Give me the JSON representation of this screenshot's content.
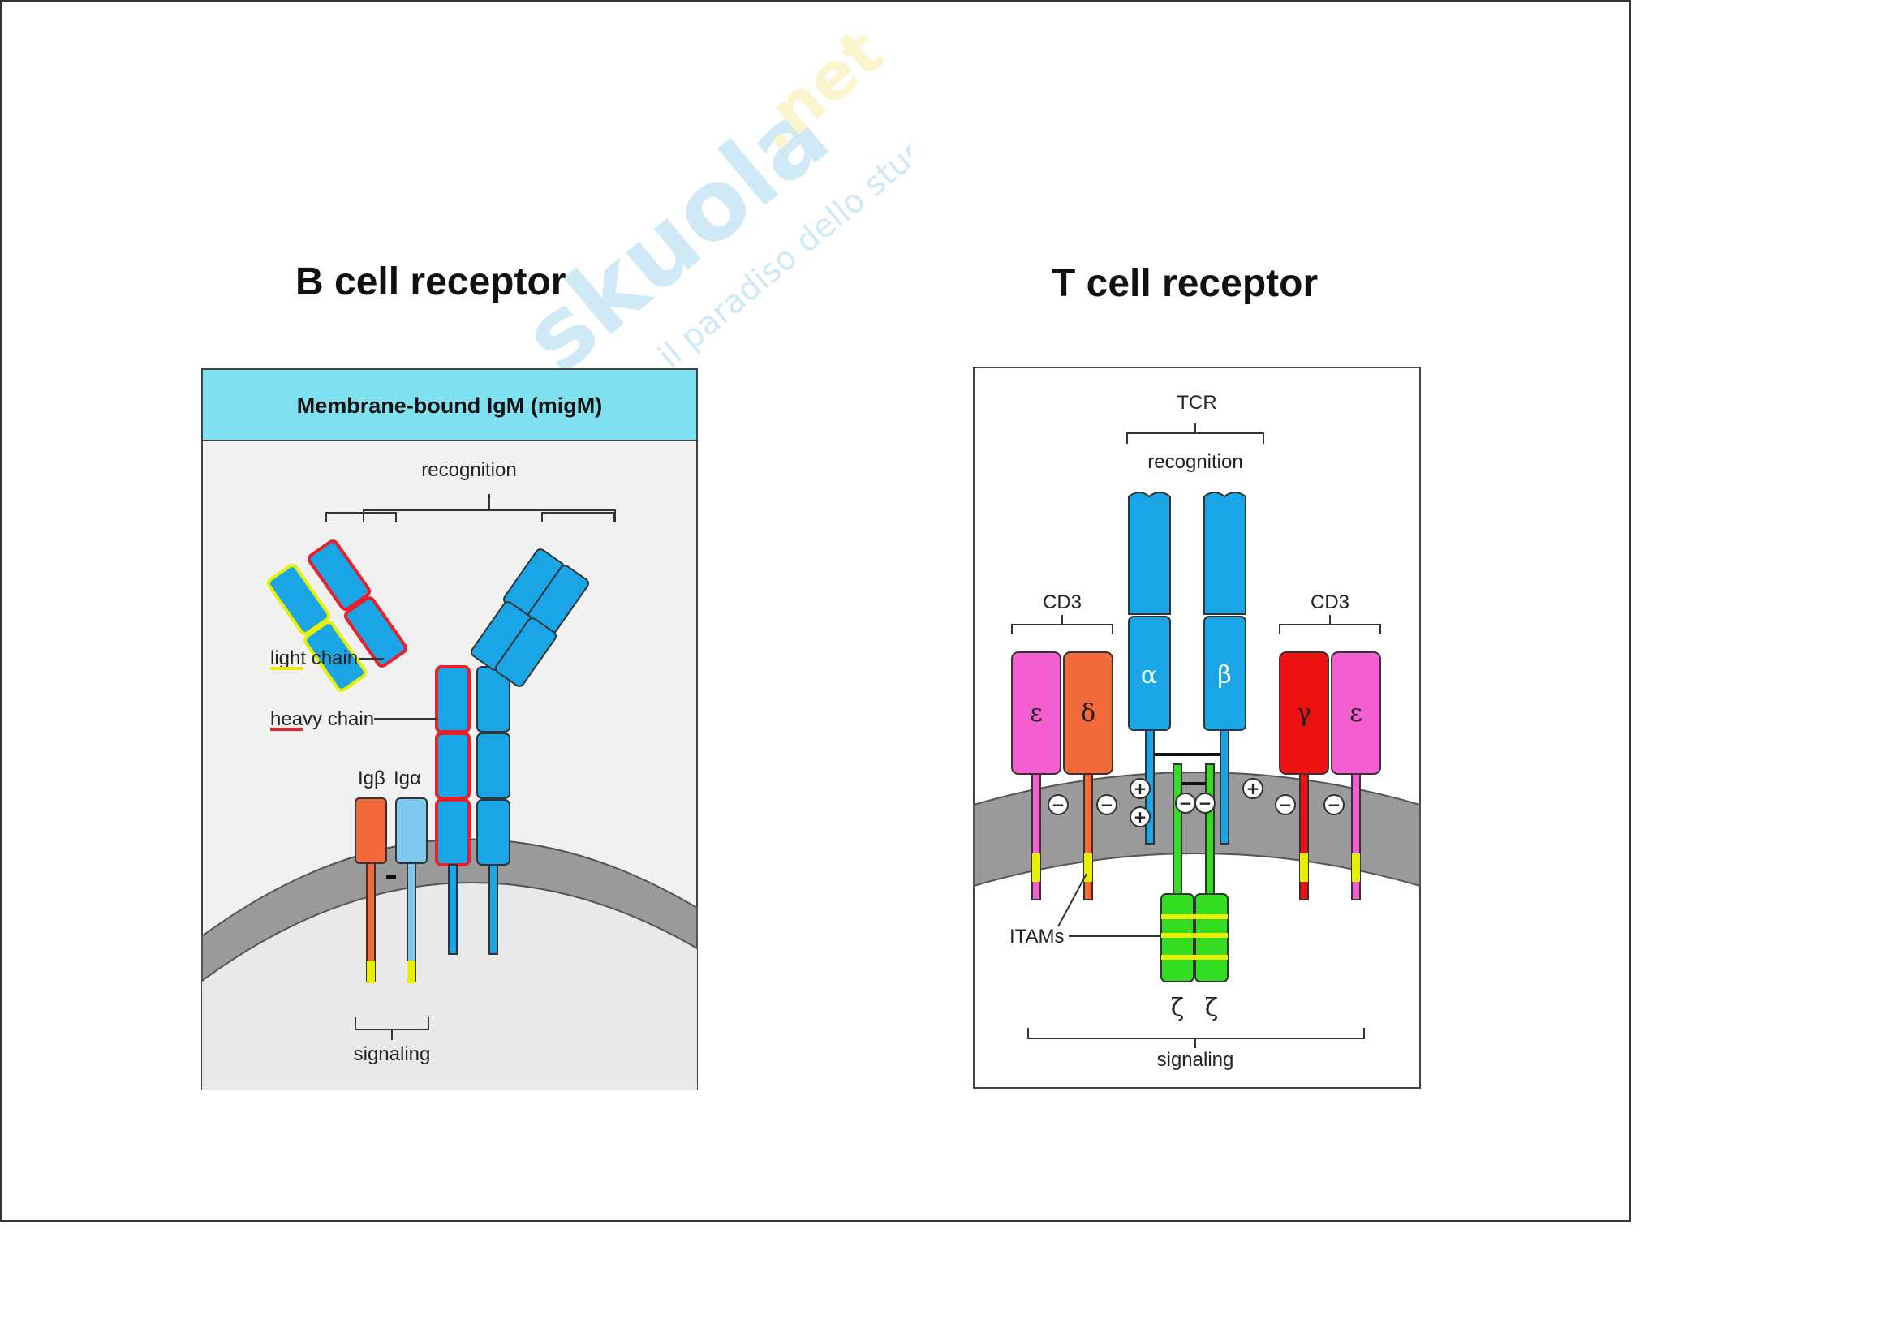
{
  "watermark": {
    "brand": "skuola",
    "tld": ".net",
    "tagline": "il paradiso dello studente"
  },
  "b_cell": {
    "heading": "B cell receptor",
    "banner": "Membrane-bound IgM (migM)",
    "recognition": "recognition",
    "light_chain": "light chain",
    "heavy_chain": "heavy chain",
    "ig_beta": "Igβ",
    "ig_alpha": "Igα",
    "signaling": "signaling"
  },
  "t_cell": {
    "heading": "T cell receptor",
    "tcr": "TCR",
    "recognition": "recognition",
    "cd3_left": "CD3",
    "cd3_right": "CD3",
    "epsilon_left": "ε",
    "delta": "δ",
    "alpha": "α",
    "beta": "β",
    "gamma": "γ",
    "epsilon_right": "ε",
    "itams": "ITAMs",
    "zeta_left": "ζ",
    "zeta_right": "ζ",
    "signaling": "signaling",
    "minus": "−",
    "plus": "+"
  },
  "colors": {
    "banner": "#7fe0f0",
    "domain_blue": "#1aa6e6",
    "light_blue": "#7fc8ee",
    "orange": "#f26a3a",
    "pink": "#f45fd0",
    "red": "#ee1111",
    "green": "#33dd22",
    "membrane": "#9a9a9a",
    "cytoplasm": "#e9e9e9",
    "light_chain_outline": "#e6f000",
    "heavy_chain_outline": "#e8202a"
  }
}
